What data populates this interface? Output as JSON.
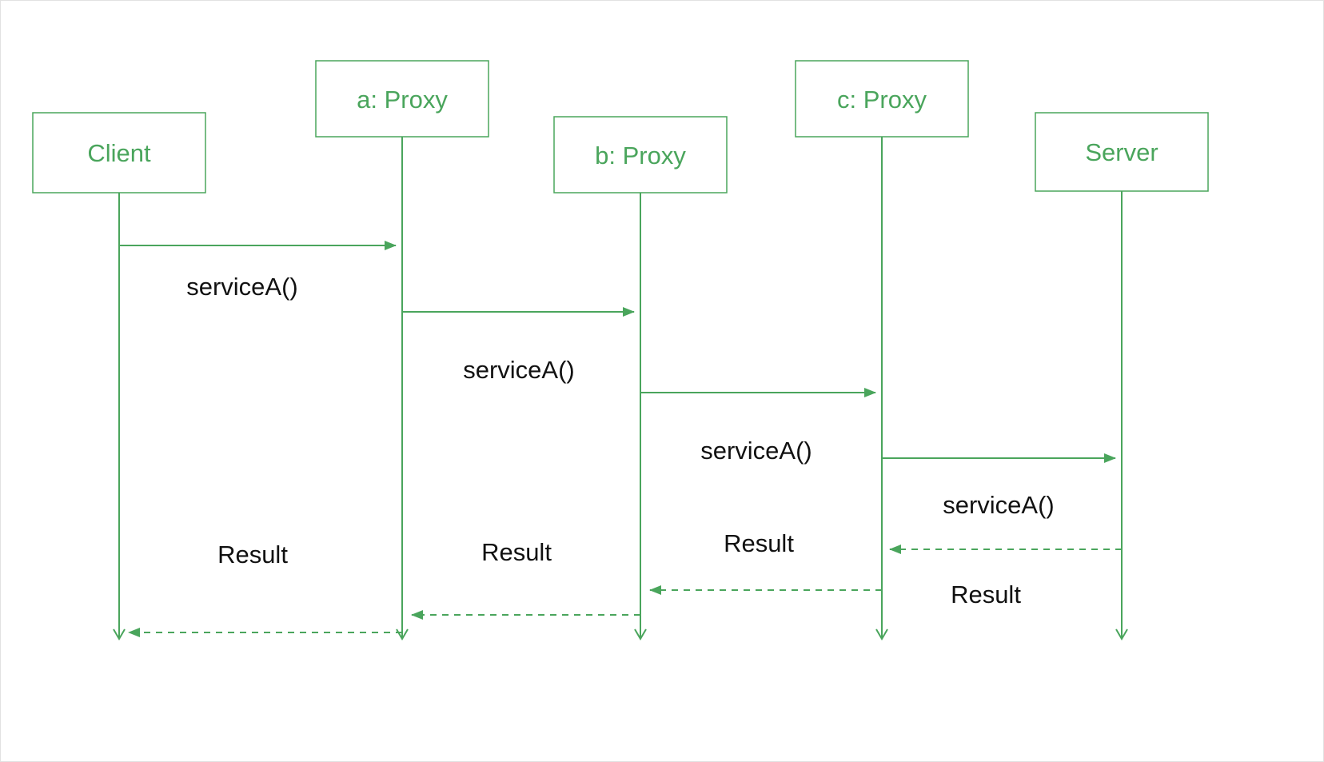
{
  "diagram": {
    "type": "uml-sequence",
    "colors": {
      "accent": "#4aa55c",
      "message_text": "#111111",
      "background": "#ffffff"
    },
    "actors": [
      {
        "id": "client",
        "label": "Client"
      },
      {
        "id": "proxy-a",
        "label": "a: Proxy"
      },
      {
        "id": "proxy-b",
        "label": "b: Proxy"
      },
      {
        "id": "proxy-c",
        "label": "c: Proxy"
      },
      {
        "id": "server",
        "label": "Server"
      }
    ],
    "messages": [
      {
        "from": "client",
        "to": "proxy-a",
        "label": "serviceA()",
        "type": "call"
      },
      {
        "from": "proxy-a",
        "to": "proxy-b",
        "label": "serviceA()",
        "type": "call"
      },
      {
        "from": "proxy-b",
        "to": "proxy-c",
        "label": "serviceA()",
        "type": "call"
      },
      {
        "from": "proxy-c",
        "to": "server",
        "label": "serviceA()",
        "type": "call"
      },
      {
        "from": "server",
        "to": "proxy-c",
        "label": "Result",
        "type": "return"
      },
      {
        "from": "proxy-c",
        "to": "proxy-b",
        "label": "Result",
        "type": "return"
      },
      {
        "from": "proxy-b",
        "to": "proxy-a",
        "label": "Result",
        "type": "return"
      },
      {
        "from": "proxy-a",
        "to": "client",
        "label": "Result",
        "type": "return"
      }
    ]
  }
}
